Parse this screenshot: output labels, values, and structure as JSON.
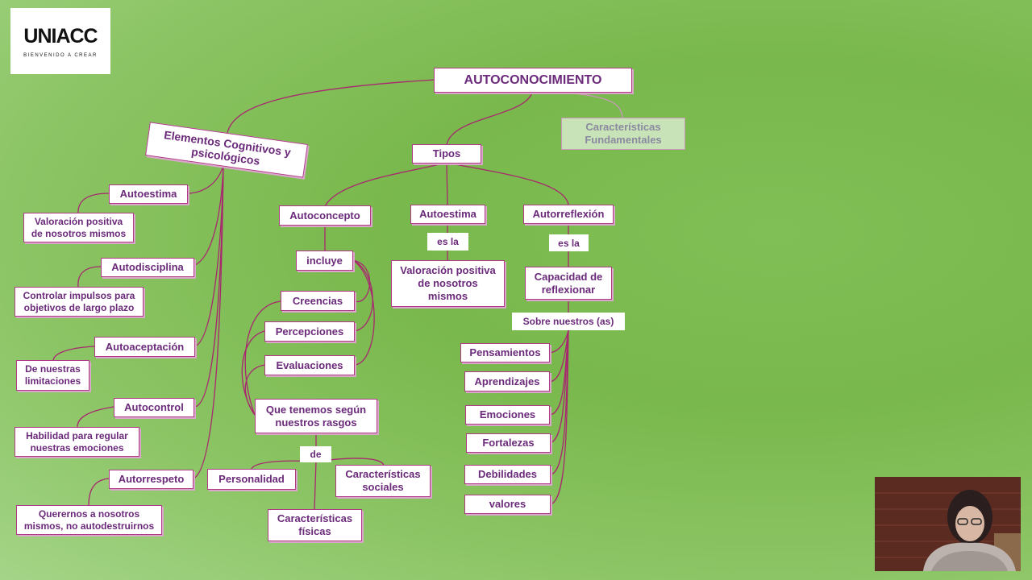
{
  "logo": {
    "name": "UNIACC",
    "tagline": "BIENVENIDO A CREAR"
  },
  "nodes": {
    "root": "AUTOCONOCIMIENTO",
    "caracteristicas": "Características Fundamentales",
    "elementos": "Elementos Cognitivos y psicológicos",
    "tipos": "Tipos",
    "autoestima_left": "Autoestima",
    "valoracion_left": "Valoración positiva de nosotros mismos",
    "autodisciplina": "Autodisciplina",
    "controlar": "Controlar impulsos para objetivos de largo plazo",
    "autoaceptacion": "Autoaceptación",
    "limitaciones": "De nuestras limitaciones",
    "autocontrol": "Autocontrol",
    "habilidad": "Habilidad para regular nuestras emociones",
    "autorrespeto": "Autorrespeto",
    "querernos": "Querernos a nosotros mismos, no autodestruirnos",
    "autoconcepto": "Autoconcepto",
    "incluye": "incluye",
    "creencias": "Creencias",
    "percepciones": "Percepciones",
    "evaluaciones": "Evaluaciones",
    "rasgos": "Que tenemos según nuestros rasgos",
    "de": "de",
    "personalidad": "Personalidad",
    "sociales": "Características sociales",
    "fisicas": "Características físicas",
    "autoestima_mid": "Autoestima",
    "esla1": "es la",
    "valoracion_mid": "Valoración positiva de nosotros mismos",
    "autorreflexion": "Autorreflexión",
    "esla2": "es la",
    "capacidad": "Capacidad de reflexionar",
    "sobre": "Sobre nuestros (as)",
    "pensamientos": "Pensamientos",
    "aprendizajes": "Aprendizajes",
    "emociones": "Emociones",
    "fortalezas": "Fortalezas",
    "debilidades": "Debilidades",
    "valores": "valores"
  },
  "colors": {
    "node_text": "#6b2a7a",
    "node_border": "#b03a8a",
    "link": "#a8286f"
  }
}
